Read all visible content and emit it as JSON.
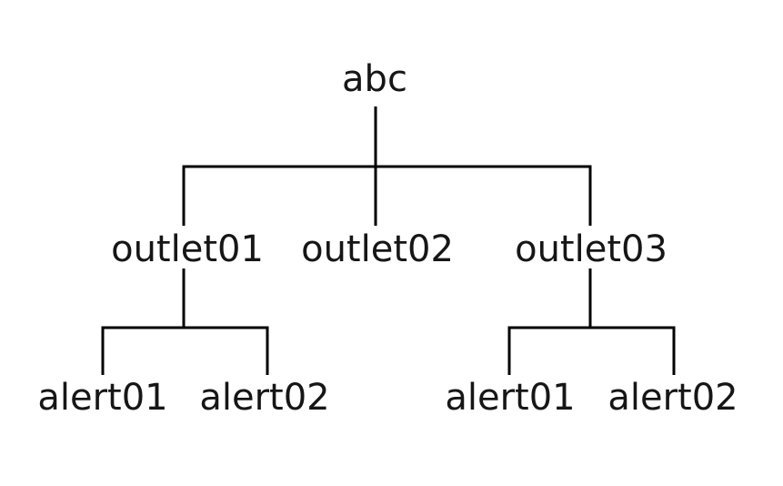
{
  "diagram": {
    "type": "tree",
    "colors": {
      "line": "#000000",
      "text": "#161616",
      "background": "#ffffff"
    },
    "root": {
      "label": "abc",
      "children": [
        {
          "label": "outlet01",
          "children": [
            {
              "label": "alert01"
            },
            {
              "label": "alert02"
            }
          ]
        },
        {
          "label": "outlet02",
          "children": []
        },
        {
          "label": "outlet03",
          "children": [
            {
              "label": "alert01"
            },
            {
              "label": "alert02"
            }
          ]
        }
      ]
    }
  }
}
